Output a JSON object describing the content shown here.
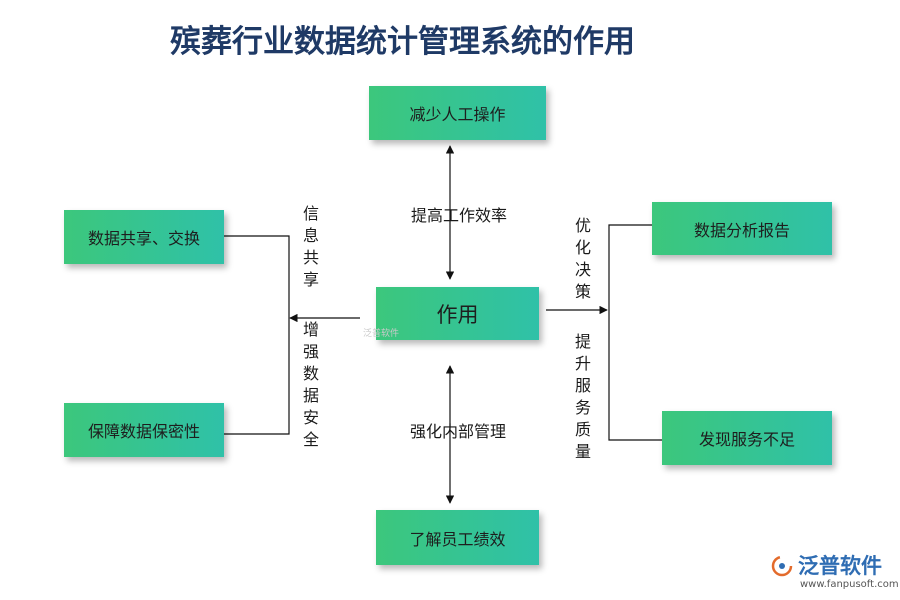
{
  "title": "殡葬行业数据统计管理系统的作用",
  "nodes": {
    "center": "作用",
    "top": "减少人工操作",
    "bottom": "了解员工绩效",
    "left_top": "数据共享、交换",
    "left_bottom": "保障数据保密性",
    "right_top": "数据分析报告",
    "right_bottom": "发现服务不足"
  },
  "edge_labels": {
    "top": "提高工作效率",
    "bottom": "强化内部管理",
    "left_upper": "信息共享",
    "left_lower": "增强数据安全",
    "right_upper": "优化决策",
    "right_lower": "提升服务质量"
  },
  "colors": {
    "box_start": "#3cc77c",
    "box_end": "#2fc1a8",
    "title": "#1f3a66",
    "logo": "#2f6db3"
  },
  "watermark": "泛普软件",
  "logo": {
    "name": "泛普软件",
    "url": "www.fanpusoft.com",
    "icon": "fanpu-logo-icon"
  }
}
